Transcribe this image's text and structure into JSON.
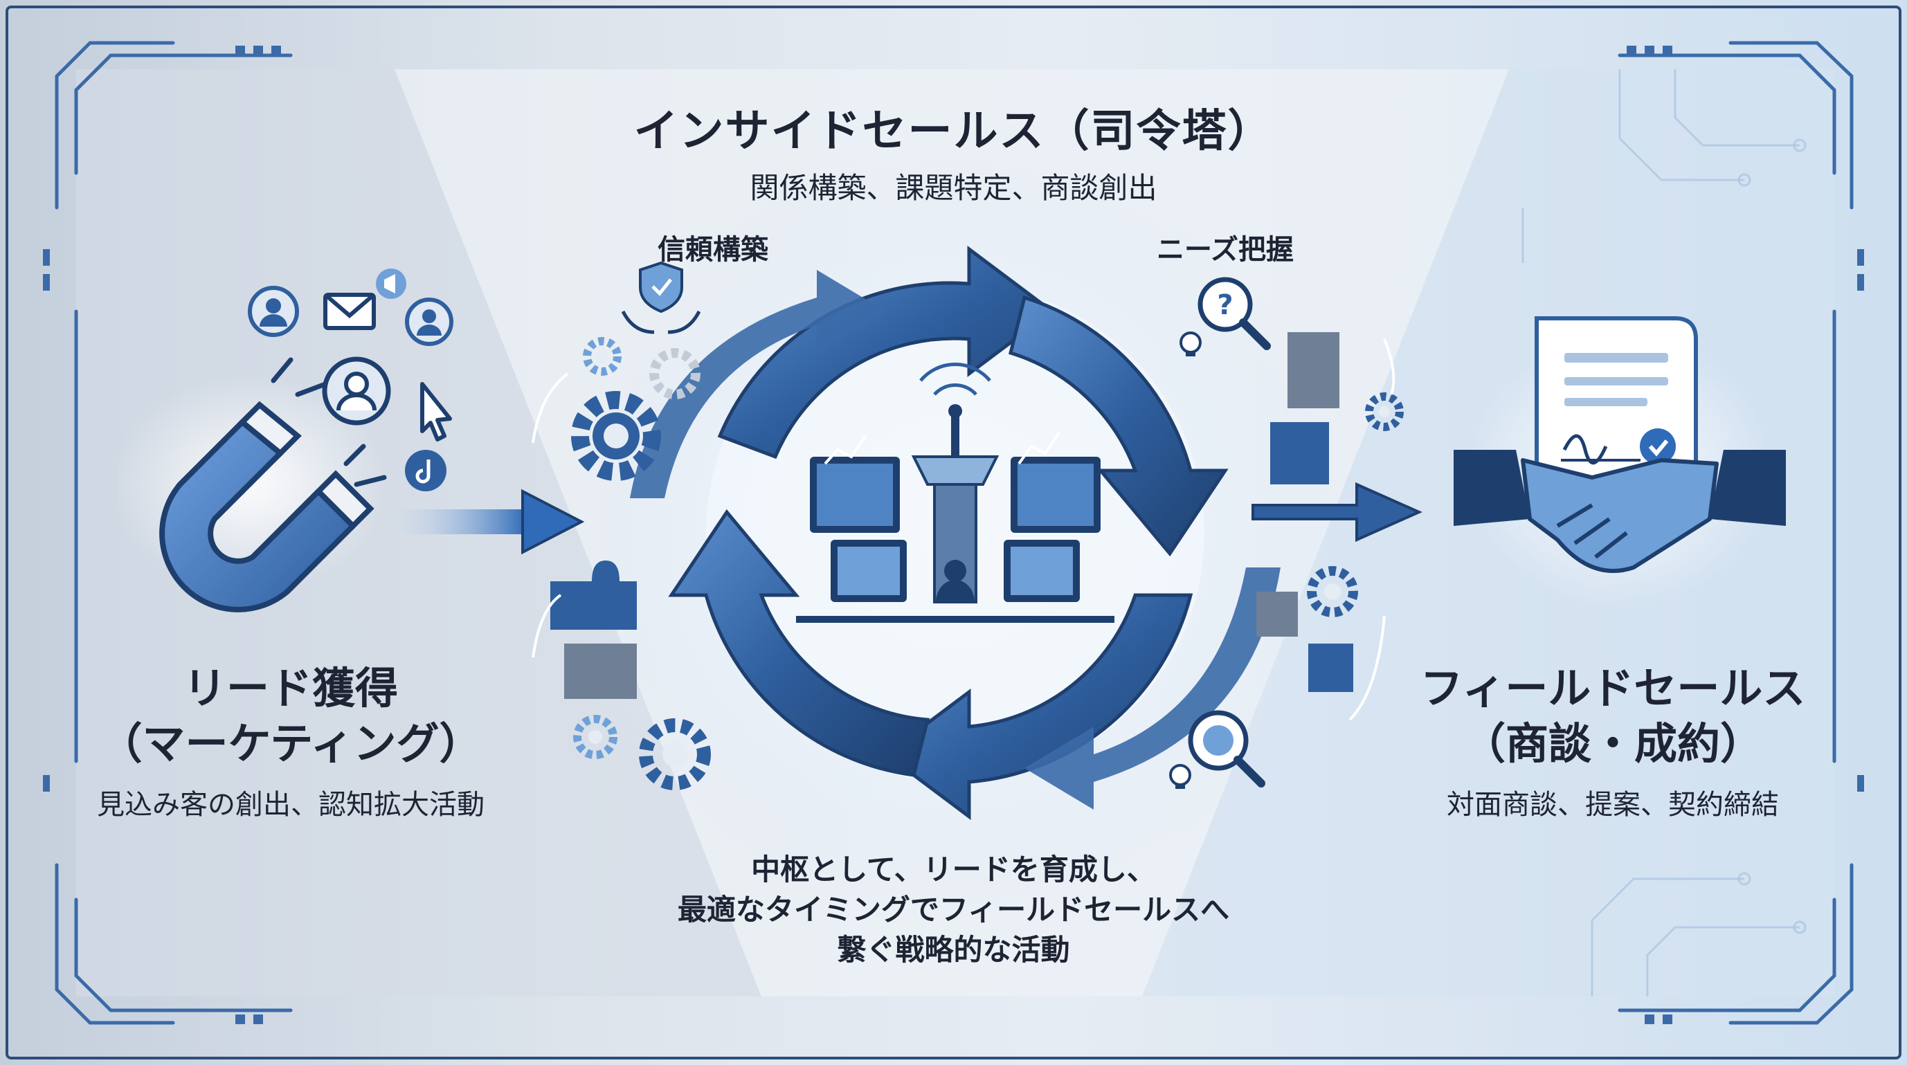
{
  "center": {
    "title": "インサイドセールス（司令塔）",
    "subtitle": "関係構築、課題特定、商談創出",
    "label_trust": "信頼構築",
    "label_needs": "ニーズ把握",
    "description": [
      "中枢として、リードを育成し、",
      "最適なタイミングでフィールドセールスへ",
      "繋ぐ戦略的な活動"
    ]
  },
  "left": {
    "title_line1": "リード獲得",
    "title_line2": "（マーケティング）",
    "description": "見込み客の創出、認知拡大活動"
  },
  "right": {
    "title_line1": "フィールドセールス",
    "title_line2": "（商談・成約）",
    "description": "対面商談、提案、契約締結"
  },
  "icons": {
    "left": [
      "magnet-icon",
      "user-icon",
      "mail-icon",
      "megaphone-icon",
      "chat-user-icon",
      "cursor-icon",
      "tiktok-icon"
    ],
    "center": [
      "cycle-arrows-icon",
      "control-tower-icon",
      "monitor-icon",
      "gear-icon",
      "puzzle-icon",
      "shield-check-icon",
      "magnifier-icon",
      "lightbulb-icon",
      "brain-icon"
    ],
    "right": [
      "contract-icon",
      "handshake-icon",
      "checkmark-icon"
    ]
  },
  "colors": {
    "primary_blue": "#2f5f9e",
    "dark_navy": "#1e3f6e",
    "light_blue": "#6fa0d8",
    "text": "#1e2433"
  }
}
